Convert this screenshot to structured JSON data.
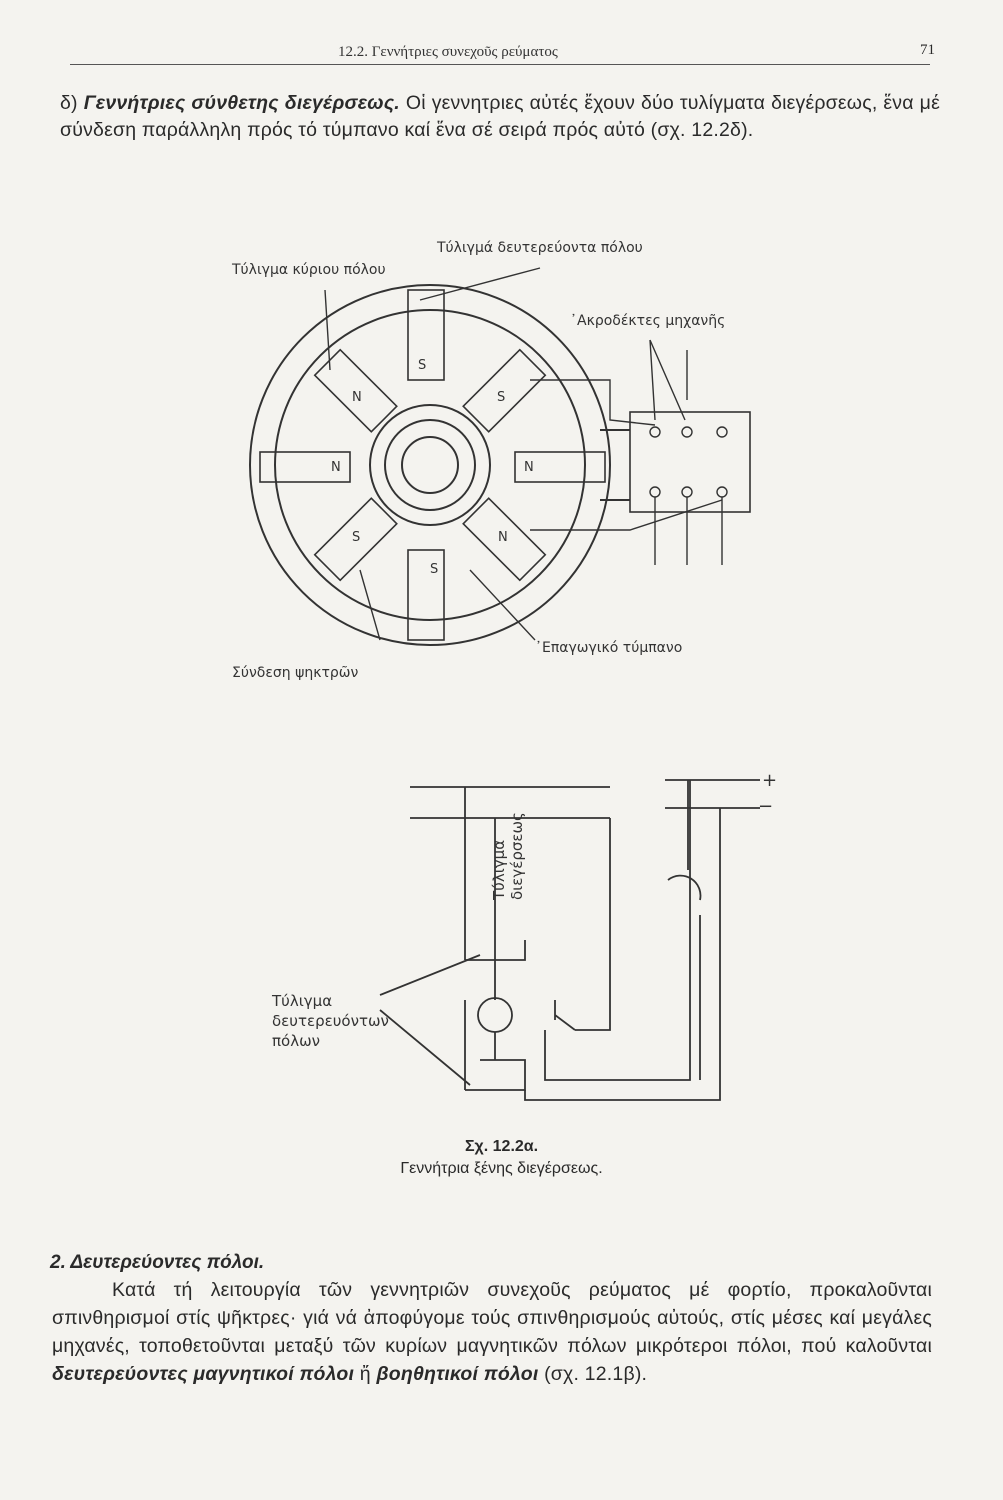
{
  "header": {
    "title": "12.2. Γεννήτριες συνεχοῦς ρεύματος",
    "page_number": "71"
  },
  "intro": {
    "lead": "δ) ",
    "bold": "Γεννήτριες σύνθετης διεγέρσεως.",
    "text": " Οἱ γεννητριες αὐτές ἔχουν δύο τυλίγματα διεγέρσεως, ἕνα μέ σύνδεση παράλληλη πρός τό τύμπανο καί ἕνα σέ σειρά πρός αὐτό (σχ. 12.2δ)."
  },
  "figure_top": {
    "labels": {
      "interpole_winding": "Τύλιγμά δευτερεύοντα πόλου",
      "main_winding": "Τύλιγμα κύριου πόλου",
      "terminals": "᾿Ακροδέκτες μηχανῆς",
      "armature": "᾿Επαγωγικό τύμπανο",
      "brush_connection": "Σύνδεση ψηκτρῶν"
    },
    "poles": [
      "S",
      "N",
      "S",
      "N",
      "N",
      "S",
      "N",
      "S"
    ]
  },
  "figure_bottom": {
    "labels": {
      "field_winding": "Τύλιγμα διεγέρσεως",
      "interpole_windings_1": "Τύλιγμα",
      "interpole_windings_2": "δευτερευόντων",
      "interpole_windings_3": "πόλων",
      "plus": "+",
      "minus": "−"
    },
    "caption_number": "Σχ. 12.2α.",
    "caption_text": "Γεννήτρια ξένης διεγέρσεως."
  },
  "section": {
    "title": "2. Δευτερεύοντες πόλοι.",
    "p1": "Κατά τή λειτουργία τῶν γεννητριῶν συνεχοῦς ρεύματος μέ φορτίο, προκαλοῦνται σπινθηρισμοί στίς ψῆκτρες· γιά νά ἀποφύγομε τούς σπινθηρισμούς αὐτούς, στίς μέσες καί μεγάλες μηχανές, τοποθετοῦνται μεταξύ τῶν κυρίων μαγνητικῶν πόλων μικρότεροι πόλοι, πού καλοῦνται ",
    "bold1": "δευτερεύοντες μαγνητικοί πόλοι",
    "mid": " ἤ ",
    "bold2": "βοηθητικοί πόλοι",
    "end": " (σχ. 12.1β)."
  }
}
